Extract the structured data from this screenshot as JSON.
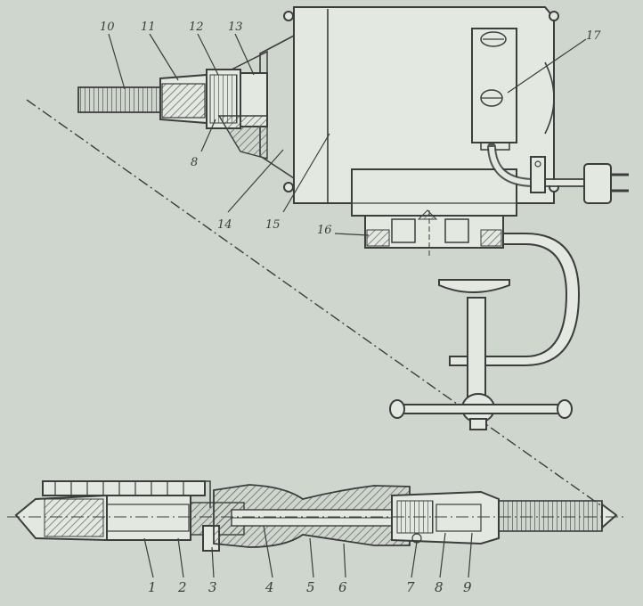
{
  "colors": {
    "paper": "#cfd6ce",
    "ink": "#3b3e3b",
    "body_fill": "#e3e8e1",
    "hatch": "#5a5e5a"
  },
  "labels": {
    "top": [
      "10",
      "11",
      "12",
      "13",
      "8",
      "14",
      "15",
      "16",
      "17"
    ],
    "bottom": [
      "1",
      "2",
      "3",
      "4",
      "5",
      "6",
      "7",
      "8",
      "9"
    ]
  }
}
